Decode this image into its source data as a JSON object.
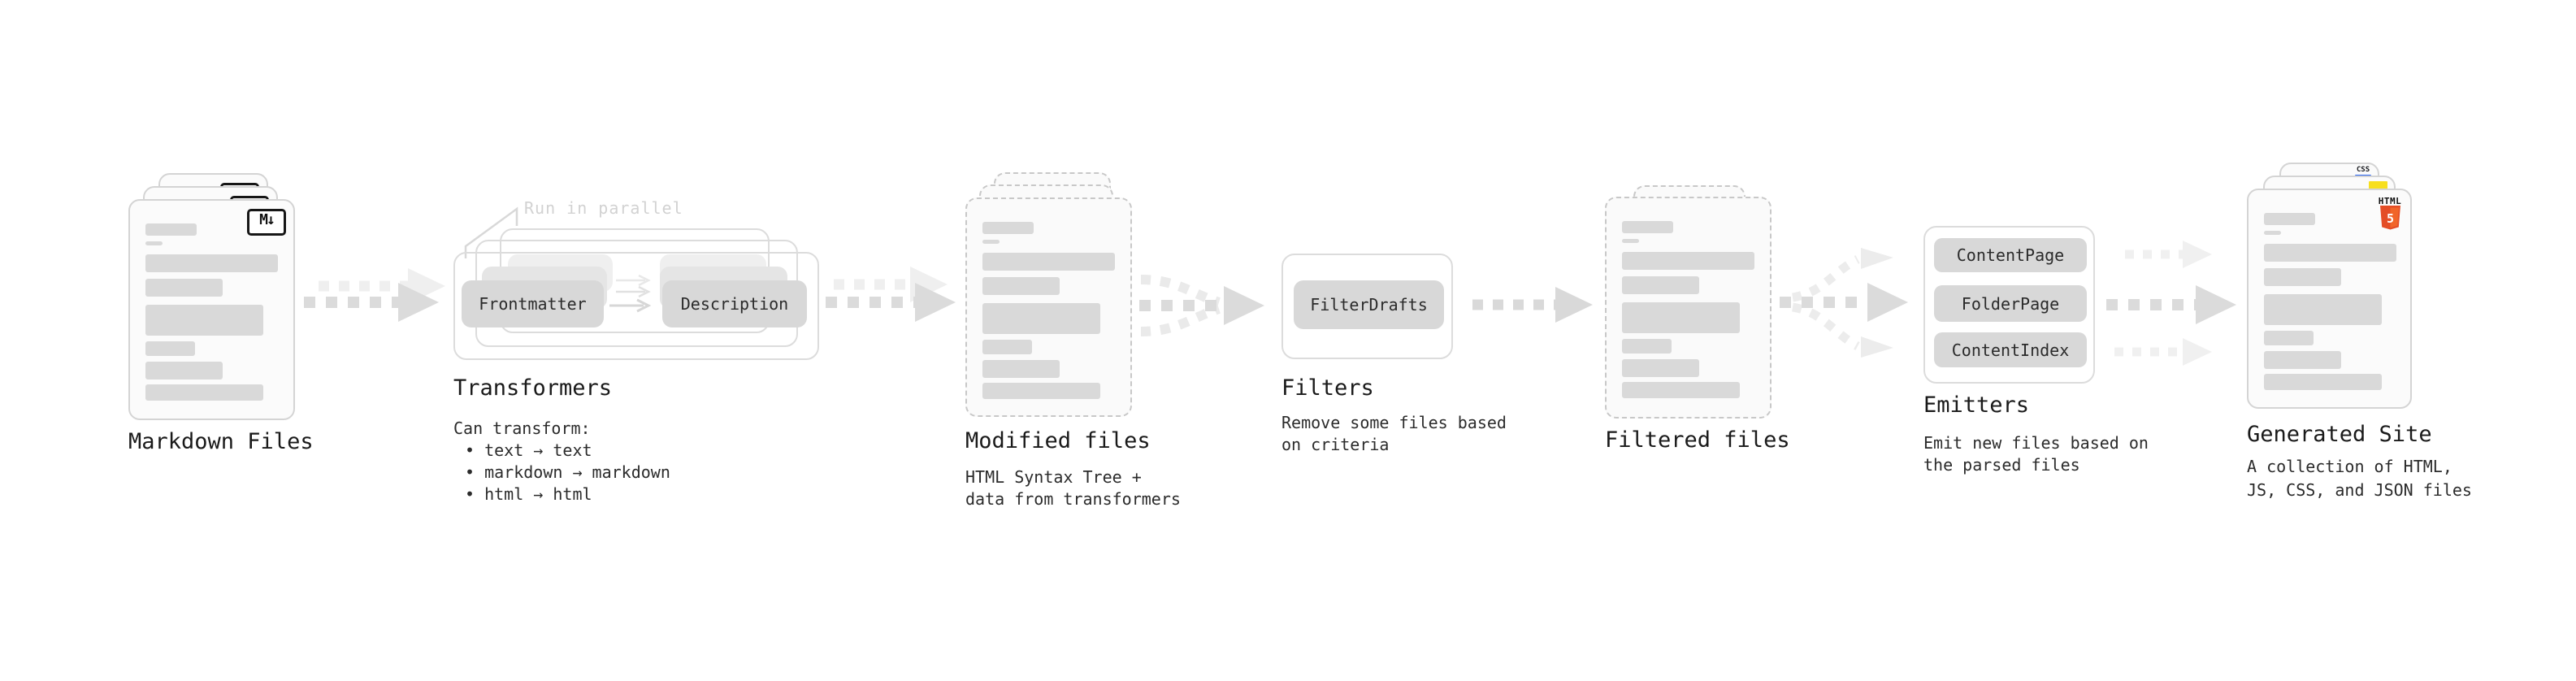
{
  "markdown_files": {
    "title": "Markdown Files",
    "badge": "M↓"
  },
  "transformers": {
    "callout": "Run in parallel",
    "nodes": [
      "Frontmatter",
      "Description"
    ],
    "title": "Transformers",
    "description": [
      "Can transform:",
      "• text → text",
      "• markdown → markdown",
      "• html → html"
    ]
  },
  "modified_files": {
    "title": "Modified files",
    "description": [
      "HTML Syntax Tree +",
      "data from transformers"
    ]
  },
  "filters": {
    "nodes": [
      "FilterDrafts"
    ],
    "title": "Filters",
    "description": [
      "Remove some files based",
      "on criteria"
    ]
  },
  "filtered_files": {
    "title": "Filtered files"
  },
  "emitters": {
    "nodes": [
      "ContentPage",
      "FolderPage",
      "ContentIndex"
    ],
    "title": "Emitters",
    "description": [
      "Emit new files based on",
      "the parsed files"
    ]
  },
  "generated_site": {
    "title": "Generated Site",
    "description": [
      "A collection of HTML,",
      "JS, CSS, and JSON files"
    ],
    "file_type_badges": {
      "css_label": "CSS",
      "html_label": "HTML",
      "html_number": "5"
    }
  },
  "colors": {
    "html5_orange": "#E44D26",
    "html5_orange_light": "#F16529",
    "js_yellow": "#F7DF1E",
    "css_blue": "#2965F1"
  }
}
